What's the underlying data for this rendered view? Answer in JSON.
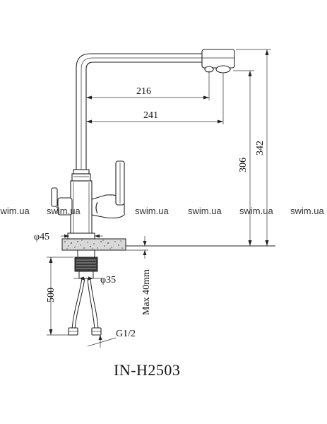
{
  "model": "IN-H2503",
  "watermark": [
    "swim.ua",
    "swim.ua",
    "swim.ua",
    "swim.ua",
    "swim.ua",
    "swim.ua"
  ],
  "dimensions": {
    "reach_inner": "216",
    "reach_outer": "241",
    "height_spout": "306",
    "height_total": "342",
    "base_diameter": "φ45",
    "shank_diameter": "φ35",
    "hose_length": "500",
    "max_thickness": "Max 40mm",
    "thread": "G1/2"
  }
}
